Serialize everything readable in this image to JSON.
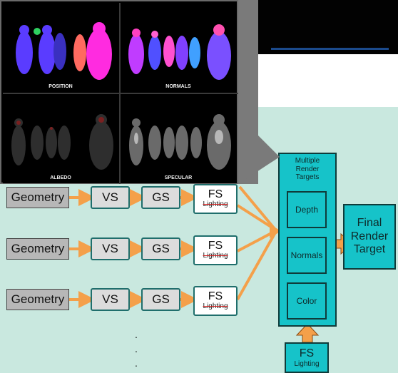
{
  "gbuffer": {
    "position_label": "POSITION",
    "normals_label": "NORMALS",
    "albedo_label": "ALBEDO",
    "specular_label": "SPECULAR"
  },
  "pipeline": {
    "rows": [
      {
        "geometry": "Geometry",
        "vs": "VS",
        "gs": "GS",
        "fs": "FS",
        "fs_sub": "Lighting"
      },
      {
        "geometry": "Geometry",
        "vs": "VS",
        "gs": "GS",
        "fs": "FS",
        "fs_sub": "Lighting"
      },
      {
        "geometry": "Geometry",
        "vs": "VS",
        "gs": "GS",
        "fs": "FS",
        "fs_sub": "Lighting"
      }
    ],
    "continuation_dots": "·\n·\n·"
  },
  "mrt": {
    "title_line1": "Multiple",
    "title_line2": "Render",
    "title_line3": "Targets",
    "targets": [
      "Depth",
      "Normals",
      "Color"
    ]
  },
  "final": {
    "line1": "Final",
    "line2": "Render",
    "line3": "Target"
  },
  "fs_bottom": {
    "title": "FS",
    "sub": "Lighting"
  },
  "colors": {
    "arrow": "#f4a04a",
    "teal": "#16c3c9",
    "mint_background": "#c9e8df",
    "strike": "#d02020"
  }
}
